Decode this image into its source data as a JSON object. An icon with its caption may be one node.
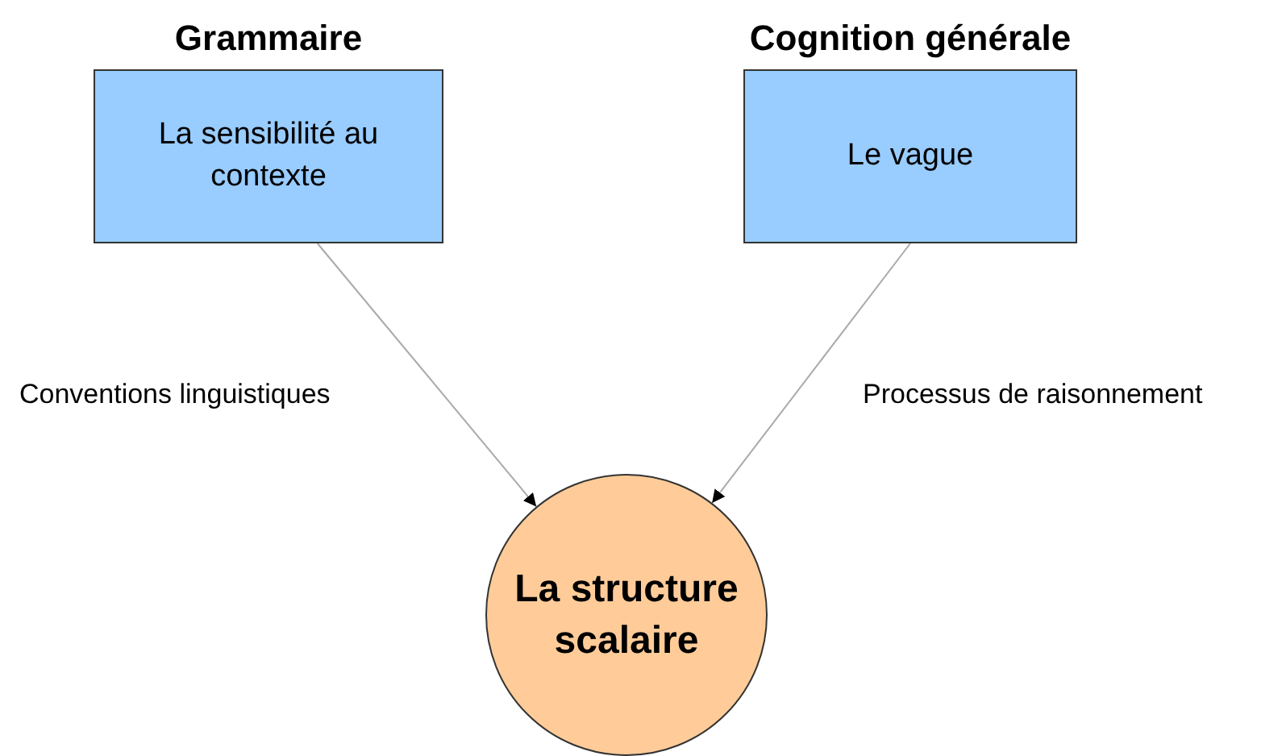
{
  "diagram": {
    "nodes": [
      {
        "text": [
          "Grammaire",
          "La sensibilité au contexte"
        ]
      },
      {
        "text": [
          "Cognition générale",
          "Le vague"
        ]
      },
      {
        "text": [
          "La structure scalaire"
        ]
      }
    ],
    "edges": [
      {
        "from": 0,
        "to": 2,
        "arrow": "to",
        "label": "Conventions linguistiques"
      },
      {
        "from": 1,
        "to": 2,
        "arrow": "to",
        "label": "Processus de raisonnement"
      }
    ]
  }
}
